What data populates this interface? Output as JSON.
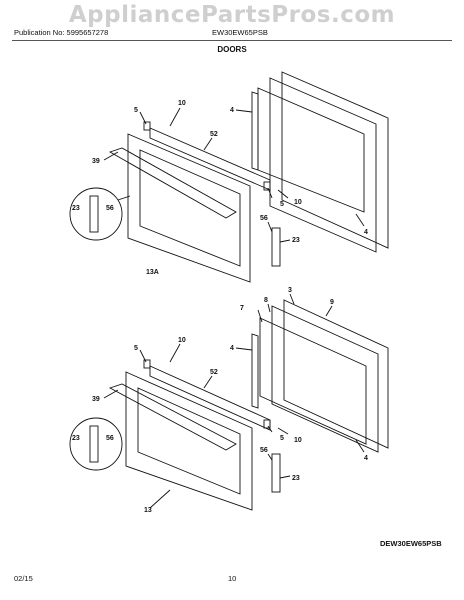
{
  "watermark": "AppliancePartsPros.com",
  "header": {
    "publication": "Publication No: 5995657278",
    "model": "EW30EW65PSB"
  },
  "title": "DOORS",
  "top_assembly": {
    "callouts": {
      "c5a": "5",
      "c10a": "10",
      "c52": "52",
      "c39": "39",
      "c4a": "4",
      "c23a": "23",
      "c56a": "56",
      "c56b": "56",
      "c23b": "23",
      "c5b": "5",
      "c10b": "10",
      "c4b": "4",
      "c13a": "13A"
    }
  },
  "bottom_assembly": {
    "callouts": {
      "c3": "3",
      "c8": "8",
      "c7": "7",
      "c9": "9",
      "c5a": "5",
      "c10a": "10",
      "c4a": "4",
      "c52": "52",
      "c39": "39",
      "c23a": "23",
      "c56a": "56",
      "c56b": "56",
      "c23b": "23",
      "c5b": "5",
      "c10b": "10",
      "c4b": "4",
      "c13": "13"
    }
  },
  "diagram_code": "DEW30EW65PSB",
  "footer": {
    "date": "02/15",
    "page": "10"
  }
}
